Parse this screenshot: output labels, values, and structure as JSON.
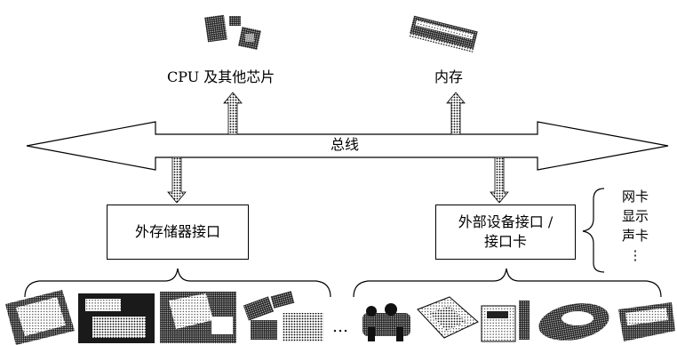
{
  "labels": {
    "cpu": "CPU 及其他芯片",
    "memory": "内存",
    "bus": "总线",
    "storage_interface": "外存储器接口",
    "device_interface_line1": "外部设备接口 /",
    "device_interface_line2": "接口卡",
    "ellipsis": "…"
  },
  "card_list": [
    "网卡",
    "显示",
    "声卡",
    "⋮"
  ],
  "icons": {
    "cpu_chip": "cpu-chip-icon",
    "memory_module": "memory-module-icon",
    "storage_devices": [
      "hard-disk-icon",
      "floppy-disk-icon",
      "optical-drive-icon",
      "usb-drive-icon"
    ],
    "peripheral_devices": [
      "joystick-icon",
      "scanner-icon",
      "printer-icon",
      "mouse-icon",
      "keyboard-icon"
    ]
  }
}
